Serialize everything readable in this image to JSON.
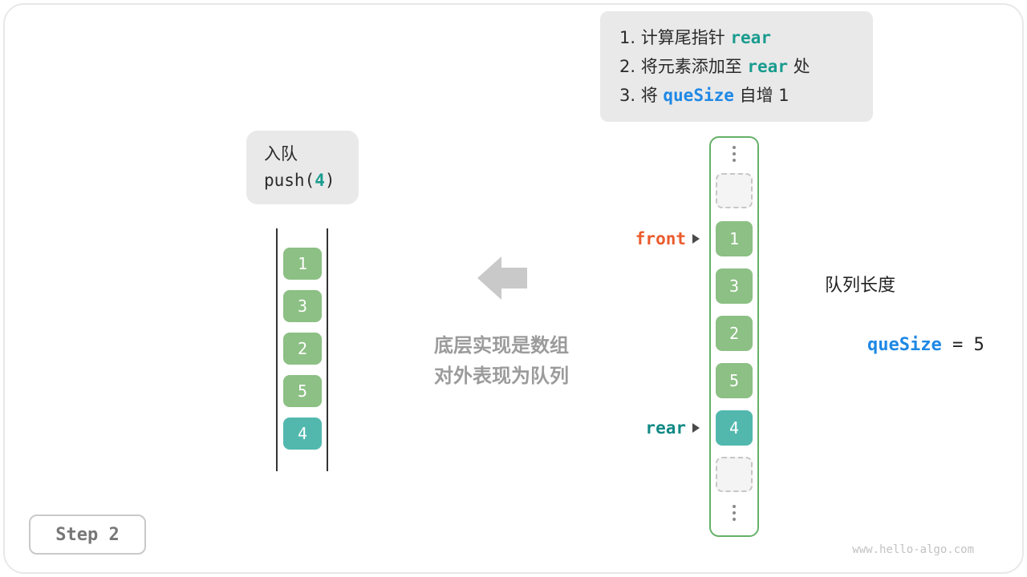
{
  "colors": {
    "element_green": "#8cc084",
    "element_teal": "#52b8ae",
    "array_border_green": "#65b168",
    "front_orange": "#eb5b2d",
    "rear_teal": "#118a85",
    "code_teal": "#1a9c8f",
    "code_blue": "#1e88e5",
    "gray_box": "#e9e9e9",
    "arrow_gray": "#c9c9c9",
    "caption_gray": "#9b9b9b"
  },
  "instructions": {
    "lines": [
      {
        "prefix": "1. 计算尾指针 ",
        "code": "rear",
        "suffix": ""
      },
      {
        "prefix": "2. 将元素添加至 ",
        "code": "rear",
        "suffix": " 处"
      },
      {
        "prefix": "3. 将 ",
        "code": "queSize",
        "suffix": " 自增 1"
      }
    ]
  },
  "operation": {
    "title": "入队",
    "code_before": "push(",
    "code_value": "4",
    "code_after": ")"
  },
  "left_queue": {
    "items": [
      {
        "value": "1",
        "kind": "green"
      },
      {
        "value": "3",
        "kind": "green"
      },
      {
        "value": "2",
        "kind": "green"
      },
      {
        "value": "5",
        "kind": "green"
      },
      {
        "value": "4",
        "kind": "teal"
      }
    ]
  },
  "caption": {
    "line1": "底层实现是数组",
    "line2": "对外表现为队列"
  },
  "array": {
    "front_label": "front",
    "rear_label": "rear",
    "cells": [
      {
        "kind": "dots"
      },
      {
        "kind": "empty"
      },
      {
        "kind": "green",
        "value": "1",
        "pointer": "front"
      },
      {
        "kind": "green",
        "value": "3"
      },
      {
        "kind": "green",
        "value": "2"
      },
      {
        "kind": "green",
        "value": "5"
      },
      {
        "kind": "teal",
        "value": "4",
        "pointer": "rear"
      },
      {
        "kind": "empty"
      },
      {
        "kind": "dots"
      }
    ]
  },
  "queue_info": {
    "label": "队列长度",
    "var": "queSize",
    "rest": " = 5"
  },
  "step_label": "Step 2",
  "watermark": "www.hello-algo.com"
}
